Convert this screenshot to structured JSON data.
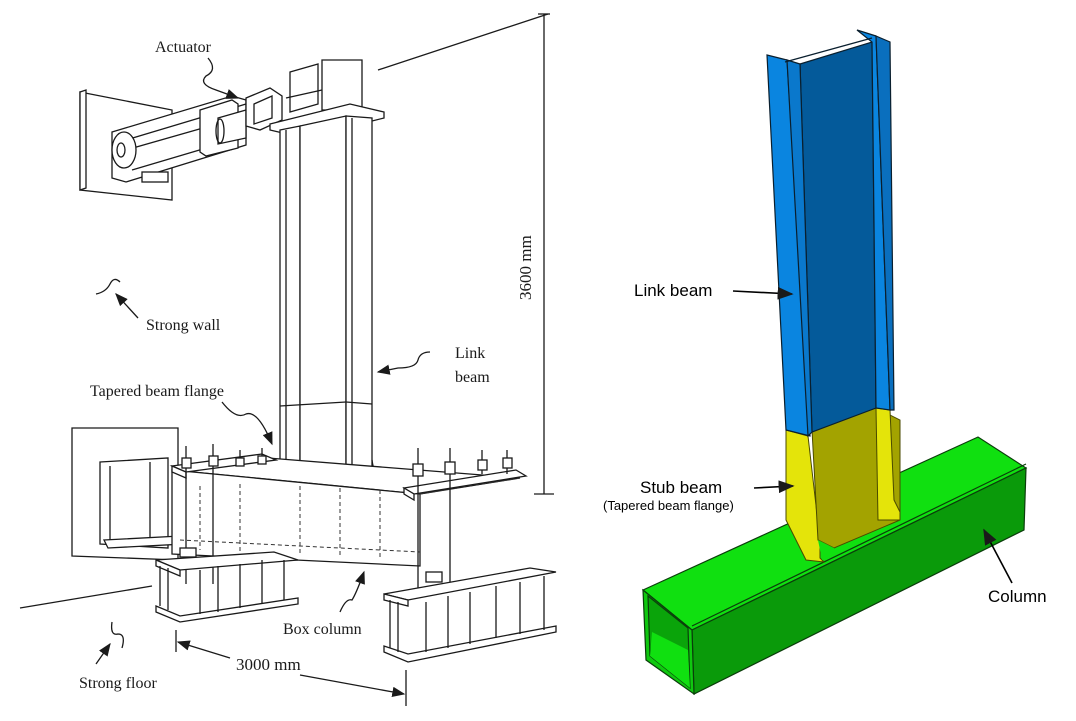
{
  "left_figure": {
    "title": "Test setup schematic",
    "labels": {
      "actuator": "Actuator",
      "strong_wall": "Strong wall",
      "link_beam_line1": "Link",
      "link_beam_line2": "beam",
      "tapered_beam_flange": "Tapered beam flange",
      "box_column": "Box column",
      "strong_floor": "Strong floor"
    },
    "dimensions": {
      "height": "3600 mm",
      "span": "3000 mm"
    }
  },
  "right_figure": {
    "title": "Finite element model",
    "labels": {
      "link_beam": "Link beam",
      "stub_beam": "Stub beam",
      "stub_beam_note": "(Tapered beam flange)",
      "column": "Column"
    },
    "colors": {
      "link_beam_light": "#0a85e0",
      "link_beam_dark": "#045a9a",
      "stub_beam_light": "#e4e40a",
      "stub_beam_dark": "#a3a300",
      "column_light": "#10e010",
      "column_dark": "#0a9a0a"
    }
  }
}
